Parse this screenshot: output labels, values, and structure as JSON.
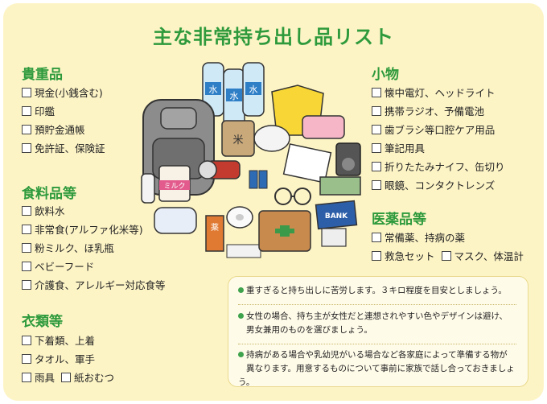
{
  "title": "主な非常持ち出し品リスト",
  "categories": {
    "valuables": {
      "heading": "貴重品",
      "items": [
        "現金(小銭含む)",
        "印鑑",
        "預貯金通帳",
        "免許証、保険証"
      ]
    },
    "food": {
      "heading": "食料品等",
      "items": [
        "飲料水",
        "非常食(アルファ化米等)",
        "粉ミルク、ほ乳瓶",
        "ベビーフード",
        "介護食、アレルギー対応食等"
      ]
    },
    "clothing": {
      "heading": "衣類等",
      "items": [
        "下着類、上着",
        "タオル、軍手"
      ],
      "last_row": [
        "雨具",
        "紙おむつ"
      ]
    },
    "small_items": {
      "heading": "小物",
      "items": [
        "懐中電灯、ヘッドライト",
        "携帯ラジオ、予備電池",
        "歯ブラシ等口腔ケア用品",
        "筆記用具",
        "折りたたみナイフ、缶切り",
        "眼鏡、コンタクトレンズ"
      ]
    },
    "medical": {
      "heading": "医薬品等",
      "items": [
        "常備薬、持病の薬"
      ],
      "last_row": [
        "救急セット",
        "マスク、体温計"
      ]
    }
  },
  "notes": [
    [
      "重すぎると持ち出しに苦労します。３キロ程度を目安としましょう。"
    ],
    [
      "女性の場合、持ち主が女性だと連想されやすい色やデザインは避け、",
      "男女兼用のものを選びましょう。"
    ],
    [
      "持病がある場合や乳幼児がいる場合など各家庭によって準備する物が",
      "異なります。用意するものについて事前に家族で話し合っておきましょう。"
    ]
  ],
  "illustration": {
    "water_label": "水",
    "rice_label": "米",
    "milk_label": "ミルク",
    "medicine_label": "薬",
    "bank_label": "BANK"
  },
  "colors": {
    "accent": "#2e9a3c",
    "background": "#fdf4c6",
    "note_bullet": "#3fa34d"
  }
}
